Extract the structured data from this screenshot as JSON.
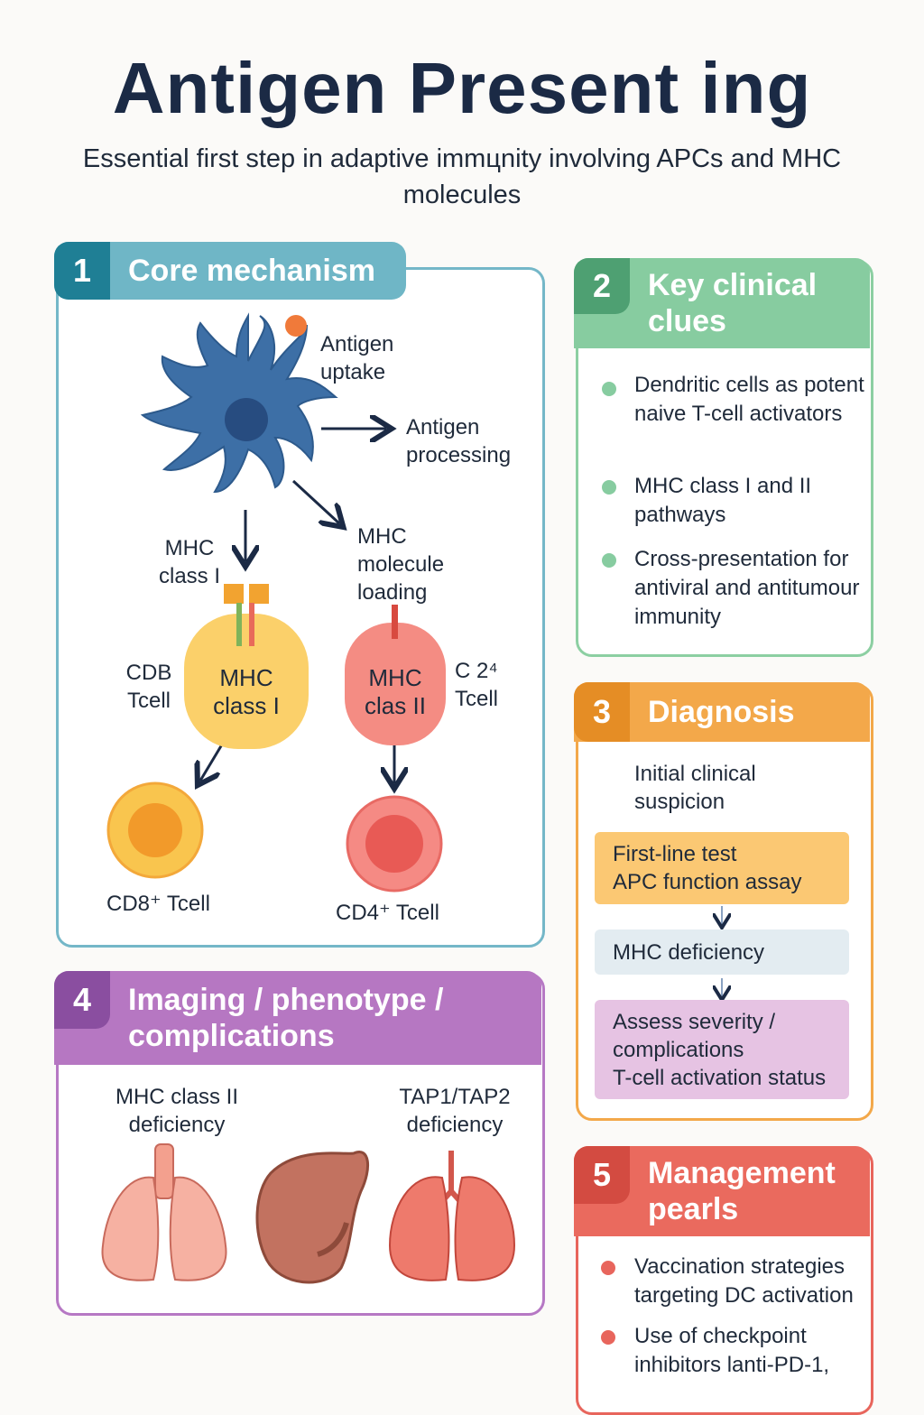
{
  "title": "Antigen Present ing",
  "subtitle": "Essential first step in adaptive immцnity involving APCs and MHC molecules",
  "panel1": {
    "num": "1",
    "header": "Core mechanism",
    "antigen_uptake": "Antigen\nuptake",
    "antigen_processing": "Antigen\nprocessing",
    "mhc_class_i_label": "MHC\nclass I",
    "mhc_loading": "MHC\nmolecule\nloading",
    "cdb_tcell": "CDB\nTcell",
    "mhc_class_i_cell": "MHC\nclass I",
    "mhc_class_ii_cell": "MHC\nclas II",
    "c2_tcell": "C 2⁴\nTcell",
    "cd8_tcell": "CD8⁺ Tcell",
    "cd4_tcell": "CD4⁺ Tcell"
  },
  "panel2": {
    "num": "2",
    "header": "Key clinical\nclues",
    "bullets": [
      "Dendritic cells as potent naive T-cell activators",
      "MHC class I and II pathways",
      "Cross-presentation for antiviral and antitumour immunity"
    ]
  },
  "panel3": {
    "num": "3",
    "header": "Diagnosis",
    "initial": "Initial clinical\nsuspicion",
    "first_line": "First-line test\nAPC function assay",
    "mhc_def": "MHC deficiency",
    "assess": "Assess severity /\ncomplications\nT-cell activation status"
  },
  "panel4": {
    "num": "4",
    "header": "Imaging / phenotype /\ncomplications",
    "left_label": "MHC class II\ndeficiency",
    "right_label": "TAP1/TAP2\ndeficiency"
  },
  "panel5": {
    "num": "5",
    "header": "Management\npearls",
    "bullets": [
      "Vaccination strategies targeting DC activation",
      "Use of checkpoint inhibitors lanti-PD-1,"
    ]
  },
  "colors": {
    "teal": "#6fb6c6",
    "green": "#87cca0",
    "orange": "#f3a84a",
    "purple": "#b677c2",
    "red": "#ea6a5e",
    "navy": "#1b2a45"
  }
}
